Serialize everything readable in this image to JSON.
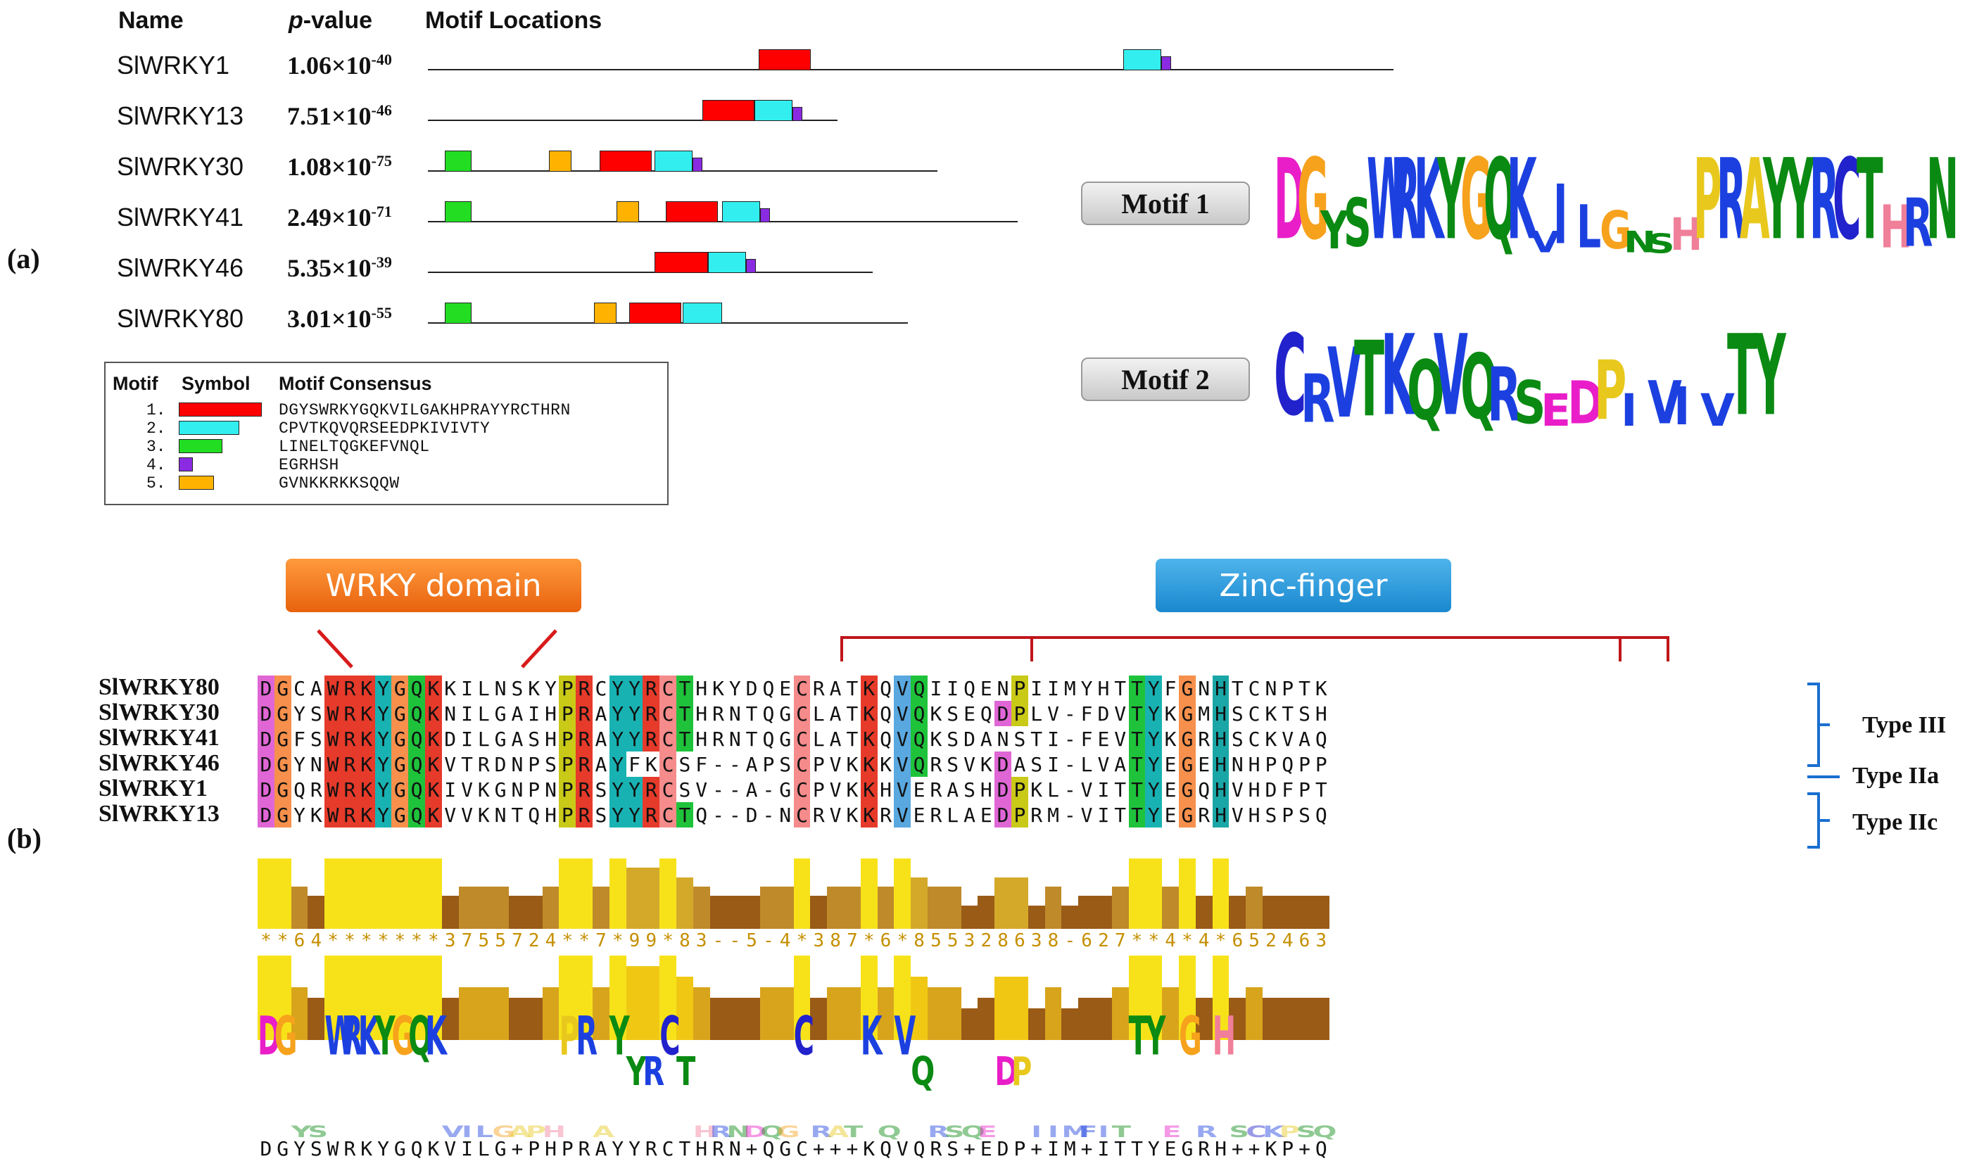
{
  "panel_a": {
    "label": "(a)",
    "headers": {
      "name": "Name",
      "p_italic": "p",
      "pvalue_rest": "-value",
      "locations": "Motif Locations"
    },
    "genes": [
      {
        "name": "SlWRKY1",
        "p_base": "1.06×10",
        "p_exp": "-40",
        "motifs": [
          {
            "motif": 1,
            "start": 1078,
            "width": 74
          },
          {
            "motif": 2,
            "start": 1596,
            "width": 54
          },
          {
            "motif": 4,
            "start": 1650,
            "width": 14
          }
        ]
      },
      {
        "name": "SlWRKY13",
        "p_base": "7.51×10",
        "p_exp": "-46",
        "motifs": [
          {
            "motif": 1,
            "start": 998,
            "width": 74
          },
          {
            "motif": 2,
            "start": 1072,
            "width": 54
          },
          {
            "motif": 4,
            "start": 1126,
            "width": 14
          }
        ]
      },
      {
        "name": "SlWRKY30",
        "p_base": "1.08×10",
        "p_exp": "-75",
        "motifs": [
          {
            "motif": 3,
            "start": 632,
            "width": 38
          },
          {
            "motif": 5,
            "start": 780,
            "width": 32
          },
          {
            "motif": 1,
            "start": 852,
            "width": 74
          },
          {
            "motif": 2,
            "start": 930,
            "width": 54
          },
          {
            "motif": 4,
            "start": 984,
            "width": 14
          }
        ]
      },
      {
        "name": "SlWRKY41",
        "p_base": "2.49×10",
        "p_exp": "-71",
        "motifs": [
          {
            "motif": 3,
            "start": 632,
            "width": 38
          },
          {
            "motif": 5,
            "start": 876,
            "width": 32
          },
          {
            "motif": 1,
            "start": 946,
            "width": 74
          },
          {
            "motif": 2,
            "start": 1026,
            "width": 54
          },
          {
            "motif": 4,
            "start": 1080,
            "width": 14
          }
        ]
      },
      {
        "name": "SlWRKY46",
        "p_base": "5.35×10",
        "p_exp": "-39",
        "motifs": [
          {
            "motif": 1,
            "start": 930,
            "width": 76
          },
          {
            "motif": 2,
            "start": 1006,
            "width": 54
          },
          {
            "motif": 4,
            "start": 1060,
            "width": 14
          }
        ]
      },
      {
        "name": "SlWRKY80",
        "p_base": "3.01×10",
        "p_exp": "-55",
        "motifs": [
          {
            "motif": 3,
            "start": 632,
            "width": 38
          },
          {
            "motif": 5,
            "start": 844,
            "width": 32
          },
          {
            "motif": 1,
            "start": 894,
            "width": 74
          },
          {
            "motif": 2,
            "start": 970,
            "width": 56
          }
        ]
      }
    ],
    "legend": {
      "headers": {
        "motif": "Motif",
        "symbol": "Symbol",
        "consensus": "Motif Consensus"
      },
      "rows": [
        {
          "num": "1.",
          "consensus": "DGYSWRKYGQKVILGAKHPRAYYRCTHRN"
        },
        {
          "num": "2.",
          "consensus": "CPVTKQVQRSEEDPKIVIVTY"
        },
        {
          "num": "3.",
          "consensus": "LINELTQGKEFVNQL"
        },
        {
          "num": "4.",
          "consensus": "EGRHSH"
        },
        {
          "num": "5.",
          "consensus": "GVNKKRKKSQQW"
        }
      ]
    },
    "motif_colors": {
      "1": "#ff0000",
      "2": "#33eeee",
      "3": "#22dd22",
      "4": "#8a2be2",
      "5": "#ffb300"
    },
    "motif_buttons": [
      "Motif 1",
      "Motif 2"
    ],
    "logo1": "DGYSWRKYGQKVILGNSHPRAYYRCTHRN",
    "logo2": "CRVTKQVQRSEDPIVIVTY"
  },
  "panel_b": {
    "label": "(b)",
    "domains": {
      "wrky": "WRKY domain",
      "zinc": "Zinc-finger"
    },
    "sequences": [
      {
        "name": "SlWRKY80",
        "seq": "DGCAWRKYGQKKILNSKYPRCYYRCTHKYDQECRATKQVQIIQENPIIMYHTTYFGNHTCNPTK"
      },
      {
        "name": "SlWRKY30",
        "seq": "DGYSWRKYGQKNILGAIHPRAYYRCTHRNTQGCLATKQVQKSEQDPLV-FDVTYKGMHSCKTSH"
      },
      {
        "name": "SlWRKY41",
        "seq": "DGFSWRKYGQKDILGASHPRAYYRCTHRNTQGCLATKQVQKSDANSTI-FEVTYKGRHSCKVAQ"
      },
      {
        "name": "SlWRKY46",
        "seq": "DGYNWRKYGQKVTRDNPSPRAYFKCSF--APSCPVKKKVQRSVKDASI-LVATYEGEHNHPQPP"
      },
      {
        "name": "SlWRKY1",
        "seq": "DGQRWRKYGQKIVKGNPNPRSYYRCSV--A-GCPVKKHVERASHDPKL-VITTYEGQHVHDFPT"
      },
      {
        "name": "SlWRKY13",
        "seq": "DGYKWRKYGQKVVKNTQHPRSYYRCTQ--D-NCRVKKRVERLAEDPRM-VITTYEGRHVHSPSQ"
      }
    ],
    "types": [
      "Type III",
      "Type IIa",
      "Type IIc"
    ],
    "conservation": "**64*******3755724**7*99*83--5-4*387*6*855328638-627**4*4*652463",
    "consensus": "DGYSWRKYGQKVILG+PHPRAYYRCTHRN+QGC+++KQVQRS+EDP+IM+ITTYEGRH++KP+Q"
  }
}
